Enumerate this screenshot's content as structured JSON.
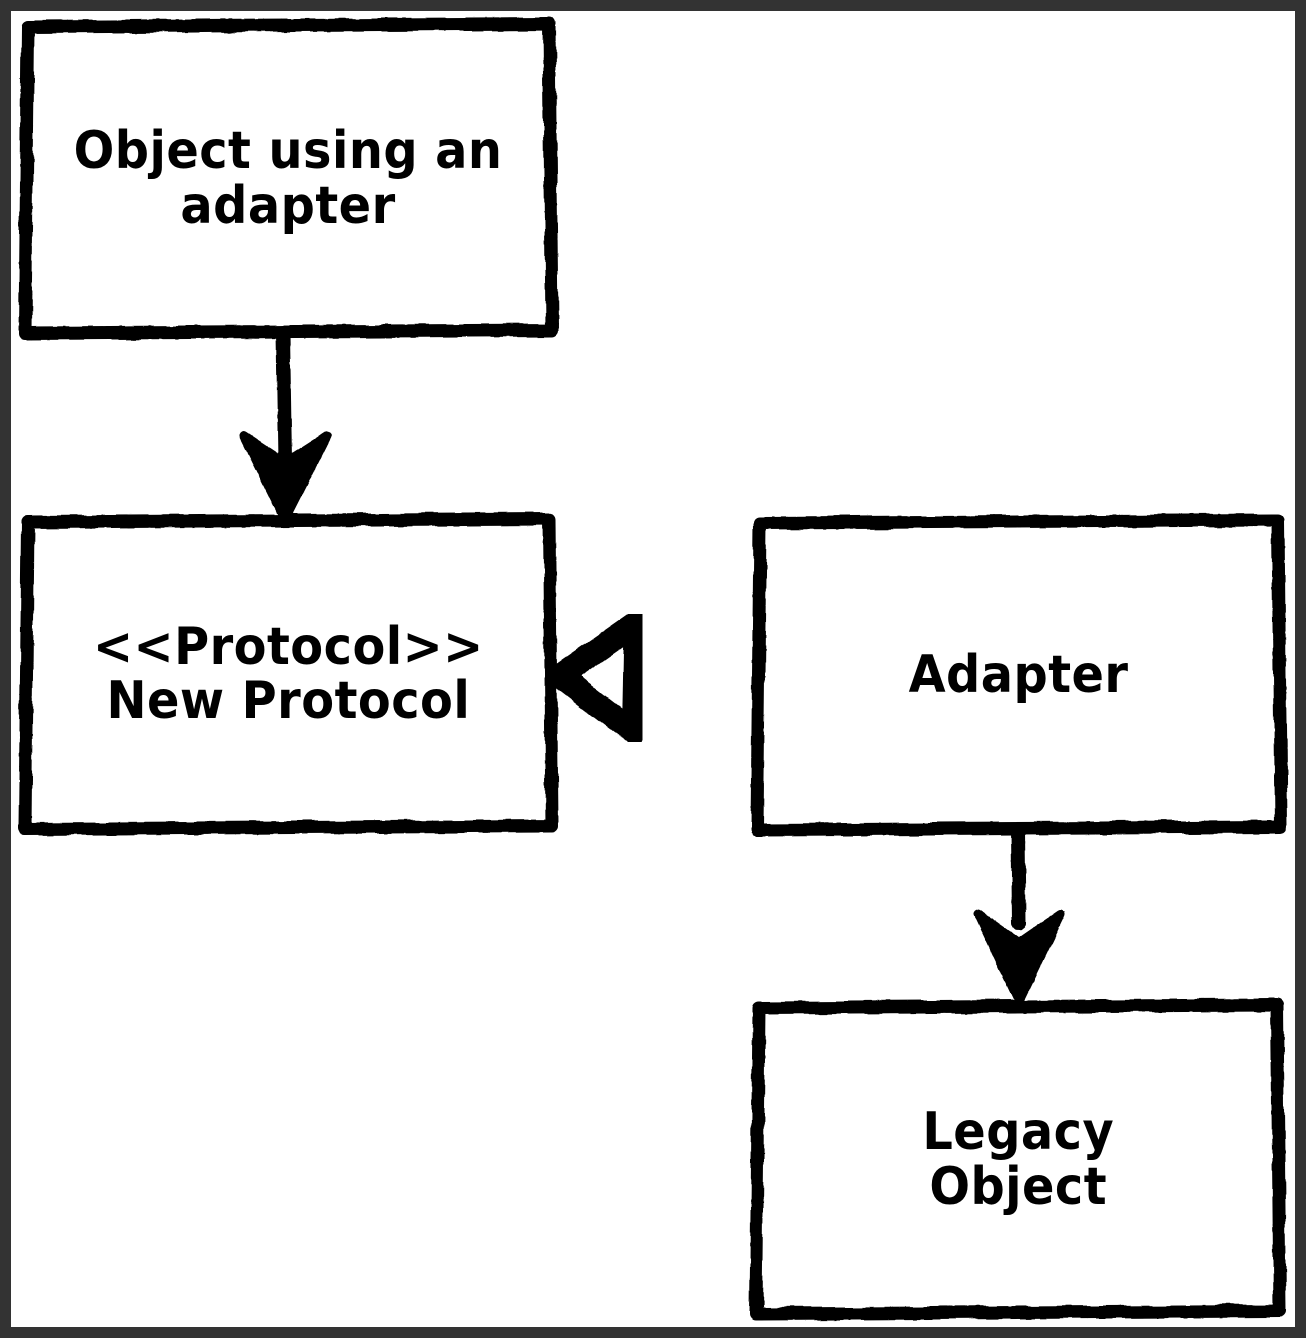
{
  "diagram": {
    "title": "Adapter design pattern UML sketch",
    "style": "hand-drawn sketch, black on white, dark gray frame",
    "colors": {
      "frame": "#333333",
      "paper": "#ffffff",
      "ink": "#000000"
    },
    "nodes": [
      {
        "id": "object-using-adapter",
        "label": "Object using an\nadapter",
        "line1": "Object using an",
        "line2": "adapter",
        "shape": "rectangle",
        "position": "top-left"
      },
      {
        "id": "new-protocol",
        "label": "<<Protocol>>\nNew Protocol",
        "line1": "<<Protocol>>",
        "line2": "New Protocol",
        "stereotype": "<<Protocol>>",
        "name": "New Protocol",
        "shape": "rectangle",
        "position": "middle-left"
      },
      {
        "id": "adapter",
        "label": "Adapter",
        "shape": "rectangle",
        "position": "middle-right"
      },
      {
        "id": "legacy-object",
        "label": "Legacy\nObject",
        "line1": "Legacy",
        "line2": "Object",
        "shape": "rectangle",
        "position": "bottom-right"
      }
    ],
    "edges": [
      {
        "id": "edge-object-to-protocol",
        "from": "object-using-adapter",
        "to": "new-protocol",
        "line": "solid",
        "arrowhead": "solid-open-arrow",
        "direction": "down",
        "meaning": "uses / depends on"
      },
      {
        "id": "edge-adapter-to-protocol",
        "from": "adapter",
        "to": "new-protocol",
        "line": "dashed",
        "arrowhead": "hollow-triangle",
        "direction": "left",
        "meaning": "realizes / implements",
        "dash_segments": 3
      },
      {
        "id": "edge-adapter-to-legacy",
        "from": "adapter",
        "to": "legacy-object",
        "line": "solid",
        "arrowhead": "solid-open-arrow",
        "direction": "down",
        "meaning": "uses / delegates to"
      }
    ]
  }
}
